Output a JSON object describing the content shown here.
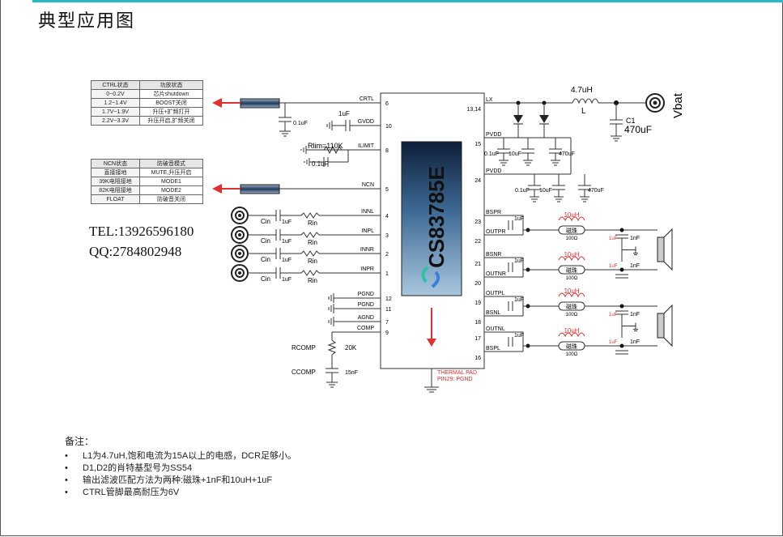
{
  "page_title": "典型应用图",
  "ctrl_table": {
    "header": [
      "CTRL状态",
      "功放状态"
    ],
    "rows": [
      [
        "0~0.2V",
        "芯片shutdown"
      ],
      [
        "1.2~1.4V",
        "BOOST关闭"
      ],
      [
        "1.7V~1.9V",
        "升压+扩频打开"
      ],
      [
        "2.2V~3.3V",
        "升压开启,扩频关闭"
      ]
    ]
  },
  "ncn_table": {
    "header": [
      "NCN状态",
      "防破音模式"
    ],
    "rows": [
      [
        "直接接地",
        "MUTE,升压开启"
      ],
      [
        "39K电阻接地",
        "MODE1"
      ],
      [
        "82K电阻接地",
        "MODE2"
      ],
      [
        "FLOAT",
        "防破音关闭"
      ]
    ]
  },
  "contact": {
    "tel": "TEL:13926596180",
    "qq": "QQ:2784802948"
  },
  "chip": {
    "name": "CS83785E",
    "thermal_pad": "THERMAL PAD",
    "thermal_pin": "PIN29: PGND",
    "left_pins": [
      {
        "name": "CRTL",
        "num": "6"
      },
      {
        "name": "GVDD",
        "num": "10"
      },
      {
        "name": "ILIMIT",
        "num": "8"
      },
      {
        "name": "NCN",
        "num": "5"
      },
      {
        "name": "INNL",
        "num": "4"
      },
      {
        "name": "INPL",
        "num": "3"
      },
      {
        "name": "INNR",
        "num": "2"
      },
      {
        "name": "INPR",
        "num": "1"
      },
      {
        "name": "PGND",
        "num": "12"
      },
      {
        "name": "PGND",
        "num": "11"
      },
      {
        "name": "AGND",
        "num": "7"
      },
      {
        "name": "COMP",
        "num": "9"
      }
    ],
    "right_pins": [
      {
        "name": "LX",
        "num": "13,14"
      },
      {
        "name": "PVDD",
        "num": "15"
      },
      {
        "name": "PVDD",
        "num": "24"
      },
      {
        "name": "BSPR",
        "num": "23"
      },
      {
        "name": "OUTPR",
        "num": "22"
      },
      {
        "name": "BSNR",
        "num": "21"
      },
      {
        "name": "OUTNR",
        "num": "20"
      },
      {
        "name": "OUTPL",
        "num": "19"
      },
      {
        "name": "BSNL",
        "num": "18"
      },
      {
        "name": "OUTNL",
        "num": "17"
      },
      {
        "name": "BSPL",
        "num": "16"
      }
    ]
  },
  "components": {
    "inductor": "4.7uH",
    "inductor_ref": "L",
    "vbat": "Vbat",
    "c1_ref": "C1",
    "c1_val": "470uF",
    "gvdd_cap": "1uF",
    "ctrl_cap": "0.1uF",
    "rlim": "Rlim=110K",
    "rlim_cap": "0.1uF",
    "pvdd_caps": [
      "0.1uF",
      "10uF",
      "470uF"
    ],
    "cin": "Cin",
    "cin_val": "1uF",
    "rin": "Rin",
    "rcomp": "RCOMP",
    "rcomp_val": "20K",
    "ccomp": "CCOMP",
    "ccomp_val": "15nF",
    "bs_cap": "1uF",
    "filter_l": "10uH",
    "bead": "磁珠",
    "bead_r": "100Ω",
    "out_cap": "1nF",
    "out_cap_small": "1uF"
  },
  "notes": {
    "heading": "备注：",
    "items": [
      "L1为4.7uH,饱和电流为15A以上的电感，DCR足够小。",
      "D1,D2的肖特基型号为SS54",
      "输出滤波匹配方法为两种:磁珠+1nF和10uH+1uF",
      "CTRL管脚最高耐压为6V"
    ]
  },
  "colors": {
    "accent_line": "#2ab7c9",
    "arrow": "#e03030",
    "label_red": "#e03030",
    "chip_dark": "#0e1e3a",
    "chip_light": "#a9c6de"
  }
}
